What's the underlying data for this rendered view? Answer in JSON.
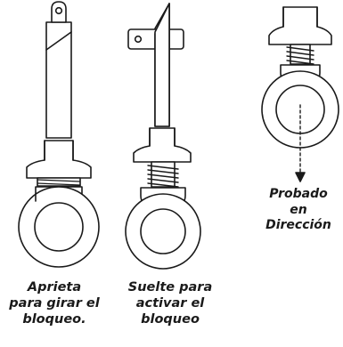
{
  "figure": {
    "line_color": "#1a1a1a",
    "fill_color": "#ffffff",
    "panels": [
      {
        "name": "pressed-to-rotate",
        "caption_lines": [
          "Aprieta",
          "para girar el",
          "bloqueo."
        ]
      },
      {
        "name": "released-to-activate",
        "caption_lines": [
          "Suelte para",
          "activar el",
          "bloqueo"
        ]
      },
      {
        "name": "test-direction",
        "caption_lines": [
          "Probado",
          "en",
          "Dirección"
        ]
      }
    ]
  }
}
